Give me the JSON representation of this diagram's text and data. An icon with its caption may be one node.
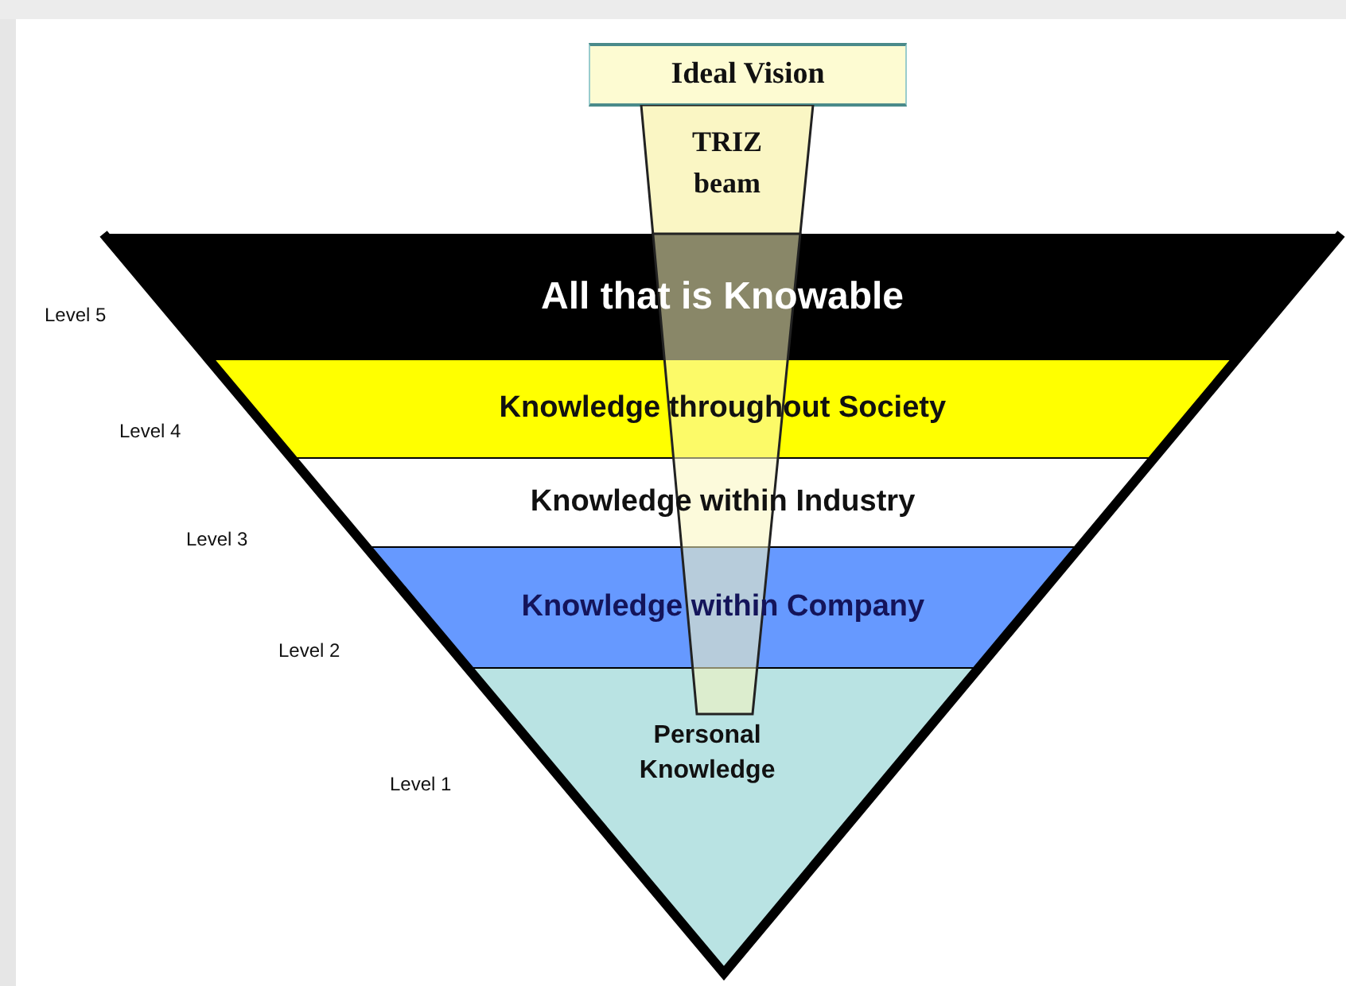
{
  "diagram": {
    "nodes": [
      {
        "text": [
          "Ideal Vision"
        ]
      },
      {
        "text": [
          "TRIZ beam"
        ]
      },
      {
        "text": [
          "All that is Knowable"
        ],
        "beside": [
          "Level 5"
        ]
      },
      {
        "text": [
          "Knowledge throughout Society"
        ],
        "beside": [
          "Level 4"
        ]
      },
      {
        "text": [
          "Knowledge within Industry"
        ],
        "beside": [
          "Level 3"
        ]
      },
      {
        "text": [
          "Knowledge within Company"
        ],
        "beside": [
          "Level 2"
        ]
      },
      {
        "text": [
          "Personal Knowledge"
        ],
        "beside": [
          "Level 1"
        ]
      }
    ],
    "edges": []
  }
}
